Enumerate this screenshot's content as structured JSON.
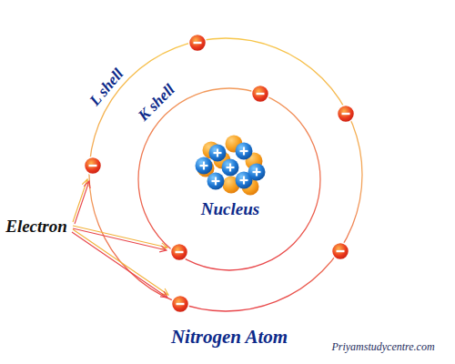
{
  "diagram": {
    "caption": "Nitrogen Atom",
    "labels": [
      "L shell",
      "K shell",
      "Nucleus",
      "Electron",
      "Priyamstudycentre.com"
    ]
  }
}
